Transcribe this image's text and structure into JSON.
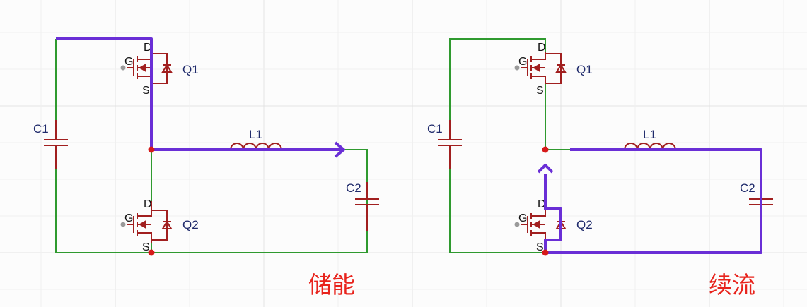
{
  "panels": [
    {
      "mode_label": "储能",
      "q1": {
        "name": "Q1",
        "gate": "G",
        "drain": "D",
        "source": "S"
      },
      "q2": {
        "name": "Q2",
        "gate": "G",
        "drain": "D",
        "source": "S"
      },
      "c1": "C1",
      "c2": "C2",
      "l1": "L1"
    },
    {
      "mode_label": "续流",
      "q1": {
        "name": "Q1",
        "gate": "G",
        "drain": "D",
        "source": "S"
      },
      "q2": {
        "name": "Q2",
        "gate": "G",
        "drain": "D",
        "source": "S"
      },
      "c1": "C1",
      "c2": "C2",
      "l1": "L1"
    }
  ],
  "colors": {
    "wire": "#2f9a2f",
    "component": "#a11f1f",
    "current_path": "#6a2fd6",
    "node": "#d61a1a",
    "mode_label": "#e8231c",
    "grid": "#e3e3e3"
  }
}
